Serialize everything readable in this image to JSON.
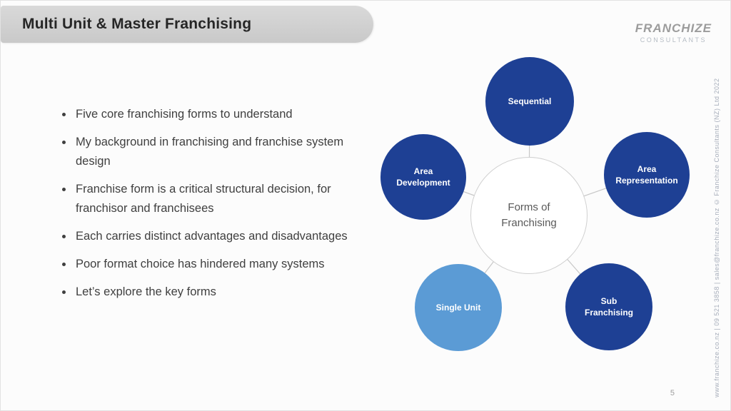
{
  "slide": {
    "title": "Multi Unit & Master Franchising",
    "page_number": "5"
  },
  "logo": {
    "line1": "FRANCHIZE",
    "line2": "CONSULTANTS"
  },
  "bullets": [
    "Five core franchising forms to understand",
    "My background in franchising and franchise system design",
    "Franchise form is a critical structural decision, for franchisor and franchisees",
    "Each carries distinct advantages and disadvantages",
    "Poor format choice has hindered many systems",
    "Let’s explore the key forms"
  ],
  "diagram": {
    "hub_label": "Forms of Franchising",
    "nodes": [
      {
        "label": "Sequential",
        "color": "#1e4094"
      },
      {
        "label": "Area Representation",
        "color": "#1e4094"
      },
      {
        "label": "Sub Franchising",
        "color": "#1e4094"
      },
      {
        "label": "Single Unit",
        "color": "#5b9bd5"
      },
      {
        "label": "Area Development",
        "color": "#1e4094"
      }
    ],
    "connector_color": "#c8c8c8"
  },
  "sidebar_credit": "www.franchize.co.nz | 09 521 3858 | sales@franchize.co.nz  © Franchize Consultants (NZ) Ltd 2022",
  "colors": {
    "node_dark_blue": "#1e4094",
    "node_light_blue": "#5b9bd5",
    "banner_gray": "#cfcfcf",
    "text_dark": "#3f3f3f"
  }
}
